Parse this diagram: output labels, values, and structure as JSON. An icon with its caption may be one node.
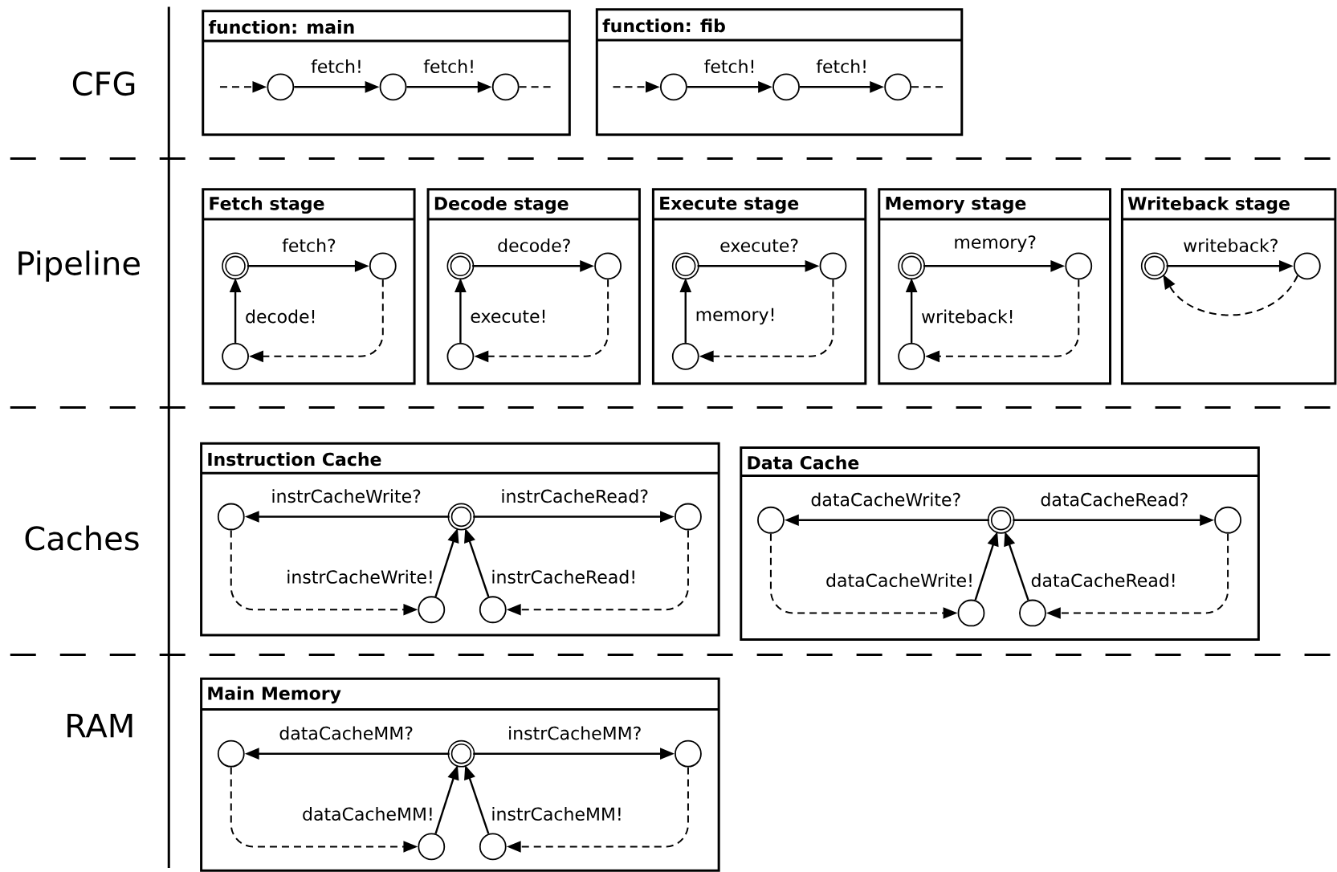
{
  "diagram": {
    "nodes": [
      {
        "text": [
          "function: main"
        ]
      },
      {
        "text": [],
        "shape": "circle",
        "in": 0
      },
      {
        "text": [],
        "shape": "circle",
        "in": 0
      },
      {
        "text": [],
        "shape": "circle",
        "in": 0
      },
      {
        "text": [
          "function: fib"
        ]
      },
      {
        "text": [],
        "shape": "circle",
        "in": 4
      },
      {
        "text": [],
        "shape": "circle",
        "in": 4
      },
      {
        "text": [],
        "shape": "circle",
        "in": 4
      },
      {
        "text": [
          "Fetch stage"
        ]
      },
      {
        "text": [],
        "shape": "double-circle",
        "in": 8
      },
      {
        "text": [],
        "shape": "circle",
        "in": 8
      },
      {
        "text": [],
        "shape": "circle",
        "in": 8
      },
      {
        "text": [
          "Decode stage"
        ]
      },
      {
        "text": [],
        "shape": "double-circle",
        "in": 12
      },
      {
        "text": [],
        "shape": "circle",
        "in": 12
      },
      {
        "text": [],
        "shape": "circle",
        "in": 12
      },
      {
        "text": [
          "Execute stage"
        ]
      },
      {
        "text": [],
        "shape": "double-circle",
        "in": 16
      },
      {
        "text": [],
        "shape": "circle",
        "in": 16
      },
      {
        "text": [],
        "shape": "circle",
        "in": 16
      },
      {
        "text": [
          "Memory stage"
        ]
      },
      {
        "text": [],
        "shape": "double-circle",
        "in": 20
      },
      {
        "text": [],
        "shape": "circle",
        "in": 20
      },
      {
        "text": [],
        "shape": "circle",
        "in": 20
      },
      {
        "text": [
          "Writeback stage"
        ]
      },
      {
        "text": [],
        "shape": "double-circle",
        "in": 24
      },
      {
        "text": [],
        "shape": "circle",
        "in": 24
      },
      {
        "text": [
          "Instruction Cache"
        ]
      },
      {
        "text": [],
        "shape": "circle",
        "in": 27
      },
      {
        "text": [],
        "shape": "double-circle",
        "in": 27
      },
      {
        "text": [],
        "shape": "circle",
        "in": 27
      },
      {
        "text": [],
        "shape": "circle",
        "in": 27
      },
      {
        "text": [],
        "shape": "circle",
        "in": 27
      },
      {
        "text": [
          "Data Cache"
        ]
      },
      {
        "text": [],
        "shape": "circle",
        "in": 33
      },
      {
        "text": [],
        "shape": "double-circle",
        "in": 33
      },
      {
        "text": [],
        "shape": "circle",
        "in": 33
      },
      {
        "text": [],
        "shape": "circle",
        "in": 33
      },
      {
        "text": [],
        "shape": "circle",
        "in": 33
      },
      {
        "text": [
          "Main Memory"
        ]
      },
      {
        "text": [],
        "shape": "circle",
        "in": 39
      },
      {
        "text": [],
        "shape": "double-circle",
        "in": 39
      },
      {
        "text": [],
        "shape": "circle",
        "in": 39
      },
      {
        "text": [],
        "shape": "circle",
        "in": 39
      },
      {
        "text": [],
        "shape": "circle",
        "in": 39
      }
    ],
    "edges": [
      {
        "from": null,
        "to": 1,
        "arrow": "to",
        "style": "dashed"
      },
      {
        "from": 1,
        "to": 2,
        "arrow": "to",
        "label": "fetch!"
      },
      {
        "from": 2,
        "to": 3,
        "arrow": "to",
        "label": "fetch!"
      },
      {
        "from": 3,
        "to": null,
        "arrow": "none",
        "style": "dashed"
      },
      {
        "from": null,
        "to": 5,
        "arrow": "to",
        "style": "dashed"
      },
      {
        "from": 5,
        "to": 6,
        "arrow": "to",
        "label": "fetch!"
      },
      {
        "from": 6,
        "to": 7,
        "arrow": "to",
        "label": "fetch!"
      },
      {
        "from": 7,
        "to": null,
        "arrow": "none",
        "style": "dashed"
      },
      {
        "from": 9,
        "to": 10,
        "arrow": "to",
        "label": "fetch?"
      },
      {
        "from": 10,
        "to": 11,
        "arrow": "to",
        "style": "dashed"
      },
      {
        "from": 11,
        "to": 9,
        "arrow": "to",
        "label": "decode!"
      },
      {
        "from": 13,
        "to": 14,
        "arrow": "to",
        "label": "decode?"
      },
      {
        "from": 14,
        "to": 15,
        "arrow": "to",
        "style": "dashed"
      },
      {
        "from": 15,
        "to": 13,
        "arrow": "to",
        "label": "execute!"
      },
      {
        "from": 17,
        "to": 18,
        "arrow": "to",
        "label": "execute?"
      },
      {
        "from": 18,
        "to": 19,
        "arrow": "to",
        "style": "dashed"
      },
      {
        "from": 19,
        "to": 17,
        "arrow": "to",
        "label": "memory!"
      },
      {
        "from": 21,
        "to": 22,
        "arrow": "to",
        "label": "memory?"
      },
      {
        "from": 22,
        "to": 23,
        "arrow": "to",
        "style": "dashed"
      },
      {
        "from": 23,
        "to": 21,
        "arrow": "to",
        "label": "writeback!"
      },
      {
        "from": 25,
        "to": 26,
        "arrow": "to",
        "label": "writeback?"
      },
      {
        "from": 26,
        "to": 25,
        "arrow": "to",
        "style": "dashed"
      },
      {
        "from": 29,
        "to": 28,
        "arrow": "to",
        "label": "instrCacheWrite?"
      },
      {
        "from": 29,
        "to": 30,
        "arrow": "to",
        "label": "instrCacheRead?"
      },
      {
        "from": 28,
        "to": 31,
        "arrow": "to",
        "style": "dashed"
      },
      {
        "from": 31,
        "to": 29,
        "arrow": "to",
        "label": "instrCacheWrite!"
      },
      {
        "from": 32,
        "to": 29,
        "arrow": "to",
        "label": "instrCacheRead!"
      },
      {
        "from": 30,
        "to": 32,
        "arrow": "to",
        "style": "dashed"
      },
      {
        "from": 35,
        "to": 34,
        "arrow": "to",
        "label": "dataCacheWrite?"
      },
      {
        "from": 35,
        "to": 36,
        "arrow": "to",
        "label": "dataCacheRead?"
      },
      {
        "from": 34,
        "to": 37,
        "arrow": "to",
        "style": "dashed"
      },
      {
        "from": 37,
        "to": 35,
        "arrow": "to",
        "label": "dataCacheWrite!"
      },
      {
        "from": 38,
        "to": 35,
        "arrow": "to",
        "label": "dataCacheRead!"
      },
      {
        "from": 36,
        "to": 38,
        "arrow": "to",
        "style": "dashed"
      },
      {
        "from": 41,
        "to": 40,
        "arrow": "to",
        "label": "dataCacheMM?"
      },
      {
        "from": 41,
        "to": 42,
        "arrow": "to",
        "label": "instrCacheMM?"
      },
      {
        "from": 40,
        "to": 43,
        "arrow": "to",
        "style": "dashed"
      },
      {
        "from": 43,
        "to": 41,
        "arrow": "to",
        "label": "dataCacheMM!"
      },
      {
        "from": 44,
        "to": 41,
        "arrow": "to",
        "label": "instrCacheMM!"
      },
      {
        "from": 42,
        "to": 44,
        "arrow": "to",
        "style": "dashed"
      }
    ],
    "labels": [
      "CFG",
      "Pipeline",
      "Caches",
      "RAM"
    ]
  }
}
